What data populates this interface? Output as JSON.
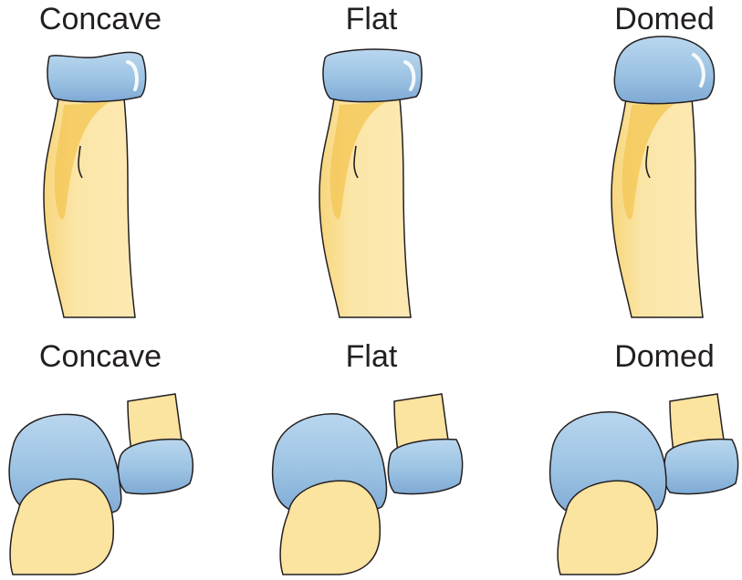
{
  "top_row": {
    "labels": [
      "Concave",
      "Flat",
      "Domed"
    ]
  },
  "bottom_row": {
    "labels": [
      "Concave",
      "Flat",
      "Domed"
    ]
  },
  "colors": {
    "bone": "#fbe3a0",
    "bone_shadow": "#f5cc66",
    "cartilage": "#9cc3e3",
    "cartilage_dark": "#6d9fcb",
    "outline": "#231f20"
  }
}
